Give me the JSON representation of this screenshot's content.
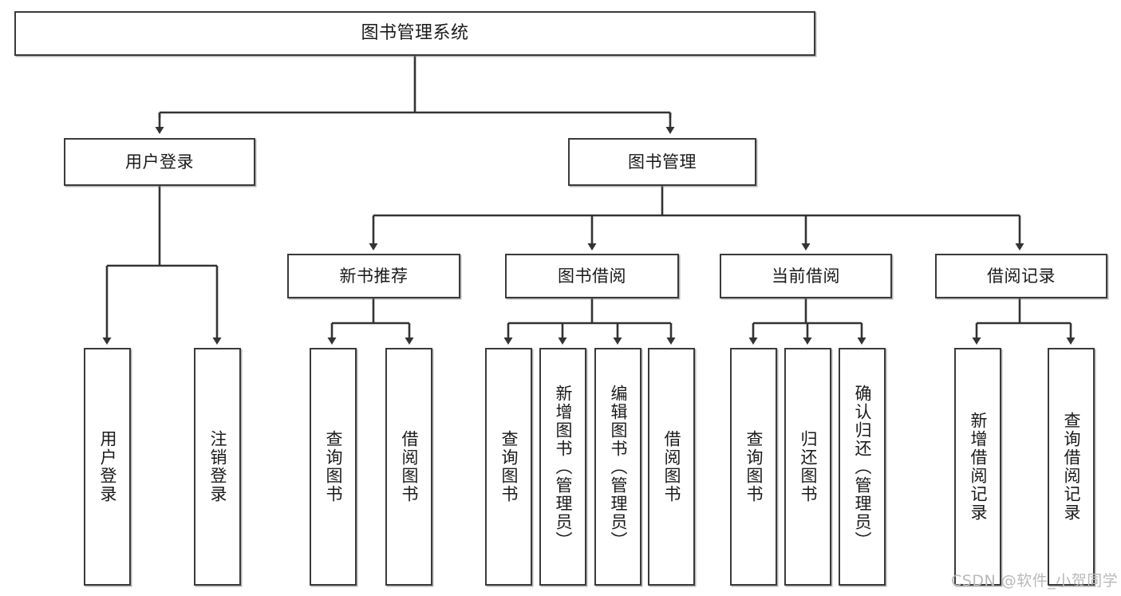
{
  "diagram": {
    "title": "图书管理系统",
    "type": "tree-hierarchy",
    "watermark": "CSDN @软件_小贺同学",
    "colors": {
      "box_border": "#3a3a3a",
      "box_fill": "#ffffff",
      "edge": "#333333",
      "text": "#1a1a1a",
      "watermark": "#b9b9b9",
      "background": "#ffffff"
    },
    "nodes": {
      "root": {
        "label": "图书管理系统"
      },
      "level1": [
        {
          "id": "user-login",
          "label": "用户登录"
        },
        {
          "id": "book-manage",
          "label": "图书管理"
        }
      ],
      "level2": [
        {
          "id": "new-book-recommend",
          "label": "新书推荐"
        },
        {
          "id": "book-borrow",
          "label": "图书借阅"
        },
        {
          "id": "current-borrow",
          "label": "当前借阅"
        },
        {
          "id": "borrow-record",
          "label": "借阅记录"
        }
      ],
      "leaves": {
        "user_login": [
          {
            "id": "leaf-user-login",
            "label": "用户登录"
          },
          {
            "id": "leaf-logout-login",
            "label": "注销登录"
          }
        ],
        "new_book_recommend": [
          {
            "id": "leaf-query-book-1",
            "label": "查询图书"
          },
          {
            "id": "leaf-borrow-book-1",
            "label": "借阅图书"
          }
        ],
        "book_borrow": [
          {
            "id": "leaf-query-book-2",
            "label": "查询图书"
          },
          {
            "id": "leaf-add-book",
            "label": "新增图书（管理员）"
          },
          {
            "id": "leaf-edit-book",
            "label": "编辑图书（管理员）"
          },
          {
            "id": "leaf-borrow-book-2",
            "label": "借阅图书"
          }
        ],
        "current_borrow": [
          {
            "id": "leaf-query-book-3",
            "label": "查询图书"
          },
          {
            "id": "leaf-return-book",
            "label": "归还图书"
          },
          {
            "id": "leaf-confirm-return",
            "label": "确认归还（管理员）"
          }
        ],
        "borrow_record": [
          {
            "id": "leaf-add-record",
            "label": "新增借阅记录"
          },
          {
            "id": "leaf-query-record",
            "label": "查询借阅记录"
          }
        ]
      }
    }
  }
}
